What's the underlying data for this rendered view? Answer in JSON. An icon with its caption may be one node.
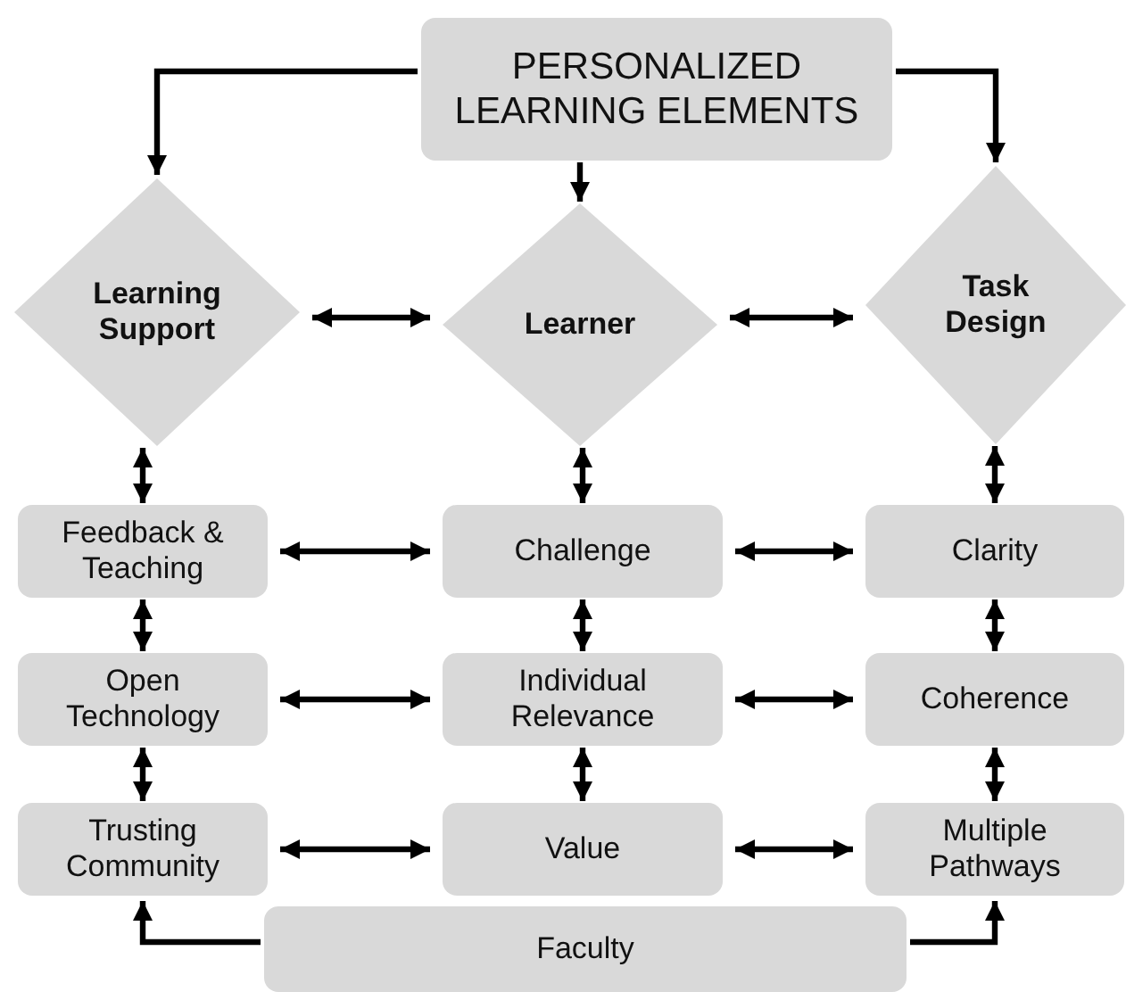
{
  "diagram": {
    "nodes": [
      {
        "text": [
          "PERSONALIZED LEARNING ELEMENTS"
        ]
      },
      {
        "text": [
          "Learning Support"
        ]
      },
      {
        "text": [
          "Learner"
        ]
      },
      {
        "text": [
          "Task Design"
        ]
      },
      {
        "text": [
          "Feedback & Teaching"
        ]
      },
      {
        "text": [
          "Challenge"
        ]
      },
      {
        "text": [
          "Clarity"
        ]
      },
      {
        "text": [
          "Open Technology"
        ]
      },
      {
        "text": [
          "Individual Relevance"
        ]
      },
      {
        "text": [
          "Coherence"
        ]
      },
      {
        "text": [
          "Trusting Community"
        ]
      },
      {
        "text": [
          "Value"
        ]
      },
      {
        "text": [
          "Multiple Pathways"
        ]
      },
      {
        "text": [
          "Faculty"
        ]
      }
    ],
    "edges": [
      {
        "from": 0,
        "to": 1,
        "arrow": "to"
      },
      {
        "from": 0,
        "to": 2,
        "arrow": "to"
      },
      {
        "from": 0,
        "to": 3,
        "arrow": "to"
      },
      {
        "from": 1,
        "to": 2,
        "arrow": "both"
      },
      {
        "from": 2,
        "to": 3,
        "arrow": "both"
      },
      {
        "from": 1,
        "to": 4,
        "arrow": "both"
      },
      {
        "from": 2,
        "to": 5,
        "arrow": "both"
      },
      {
        "from": 3,
        "to": 6,
        "arrow": "both"
      },
      {
        "from": 4,
        "to": 5,
        "arrow": "both"
      },
      {
        "from": 5,
        "to": 6,
        "arrow": "both"
      },
      {
        "from": 4,
        "to": 7,
        "arrow": "both"
      },
      {
        "from": 5,
        "to": 8,
        "arrow": "both"
      },
      {
        "from": 6,
        "to": 9,
        "arrow": "both"
      },
      {
        "from": 7,
        "to": 8,
        "arrow": "both"
      },
      {
        "from": 8,
        "to": 9,
        "arrow": "both"
      },
      {
        "from": 7,
        "to": 10,
        "arrow": "both"
      },
      {
        "from": 8,
        "to": 11,
        "arrow": "both"
      },
      {
        "from": 9,
        "to": 12,
        "arrow": "both"
      },
      {
        "from": 10,
        "to": 11,
        "arrow": "both"
      },
      {
        "from": 11,
        "to": 12,
        "arrow": "both"
      },
      {
        "from": 13,
        "to": 10,
        "arrow": "to"
      },
      {
        "from": 13,
        "to": 12,
        "arrow": "to"
      }
    ]
  }
}
